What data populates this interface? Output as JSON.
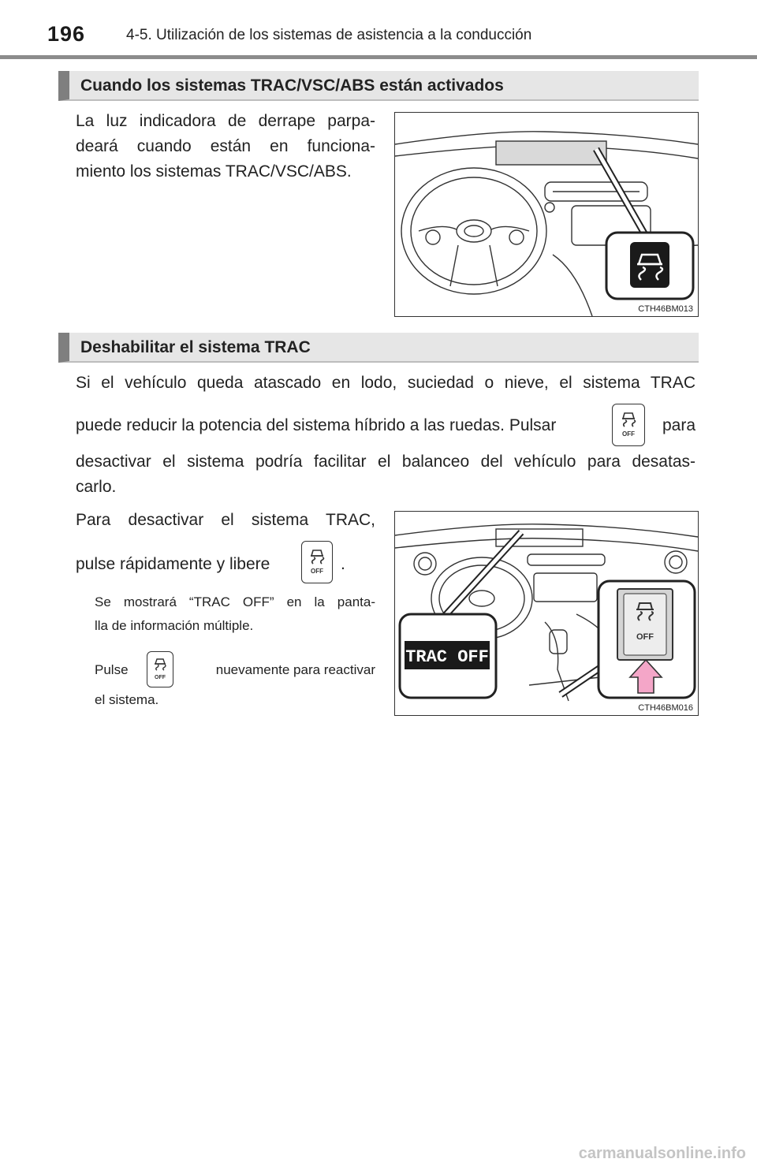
{
  "header": {
    "page_number": "196",
    "chapter": "4-5. Utilización de los sistemas de asistencia a la conducción"
  },
  "section1": {
    "title": "Cuando los sistemas TRAC/VSC/ABS están activados",
    "lines": [
      "La luz indicadora de derrape parpa-",
      "deará cuando están en funciona-",
      "miento los sistemas TRAC/VSC/ABS."
    ],
    "figure_code": "CTH46BM013"
  },
  "section2": {
    "title": "Deshabilitar el sistema TRAC",
    "para1_line1": "Si el vehículo queda atascado en lodo, suciedad o nieve, el sistema TRAC",
    "para1_line2a": "puede reducir la potencia del sistema híbrido a las ruedas. Pulsar",
    "para1_line2b": "para",
    "para1_line3": "desactivar el sistema podría facilitar el balanceo del vehículo para desatas-",
    "para1_line4": "carlo.",
    "para2_line1": "Para desactivar el sistema TRAC,",
    "para2_line2a": "pulse rápidamente y libere",
    "para2_line2b": ".",
    "note1_line1": "Se mostrará “TRAC OFF” en la panta-",
    "note1_line2": "lla de información múltiple.",
    "note2_line1a": "Pulse",
    "note2_line1b": "nuevamente para reactivar",
    "note2_line2": "el sistema.",
    "display_text": "TRAC OFF",
    "button_text": "OFF",
    "figure_code": "CTH46BM016"
  },
  "footer": {
    "watermark": "carmanualsonline.info"
  },
  "colors": {
    "section_bar": "#e6e6e6",
    "section_accent": "#7f7f7f",
    "arrow_pink": "#f4a6c8",
    "display_bg": "#1a1a1a"
  }
}
